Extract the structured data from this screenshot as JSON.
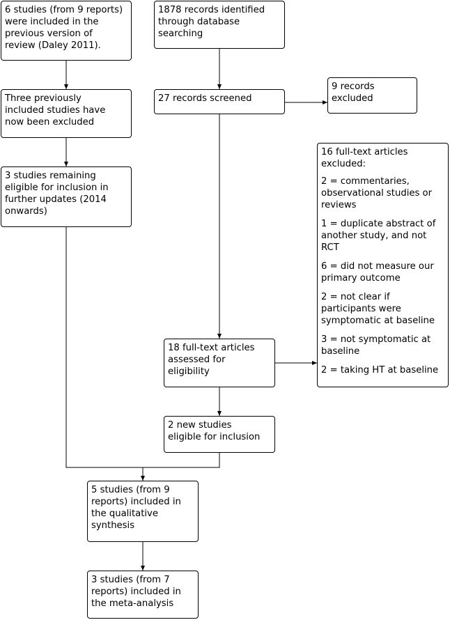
{
  "boxes": {
    "previous_review": "6 studies (from 9 reports)\nwere included in the\nprevious version of\nreview (Daley 2011).",
    "records_identified": "1878 records identified\nthrough database\nsearching",
    "previously_excluded": "Three previously\nincluded studies have\nnow been excluded",
    "records_screened": "27 records screened",
    "records_excluded": "9 records\nexcluded",
    "remaining_eligible": "3 studies remaining\neligible for inclusion in\nfurther updates (2014\nonwards)",
    "fulltext_assessed": "18 full-text articles\nassessed for\neligibility",
    "new_eligible": "2 new studies\neligible for inclusion",
    "qualitative": "5 studies (from 9\nreports) included in\nthe qualitative\nsynthesis",
    "meta_analysis": "3 studies (from 7\nreports) included in\nthe meta-analysis"
  },
  "fulltext_excluded": {
    "title": "16 full-text articles\nexcluded:",
    "reasons": [
      "2 = commentaries,\nobservational studies or\nreviews",
      "1 = duplicate abstract of\nanother study, and not\nRCT",
      "6 = did not measure our\nprimary outcome",
      "2 = not clear if\nparticipants were\nsymptomatic at baseline",
      "3 = not symptomatic at\nbaseline",
      "2 = taking HT at baseline"
    ]
  }
}
